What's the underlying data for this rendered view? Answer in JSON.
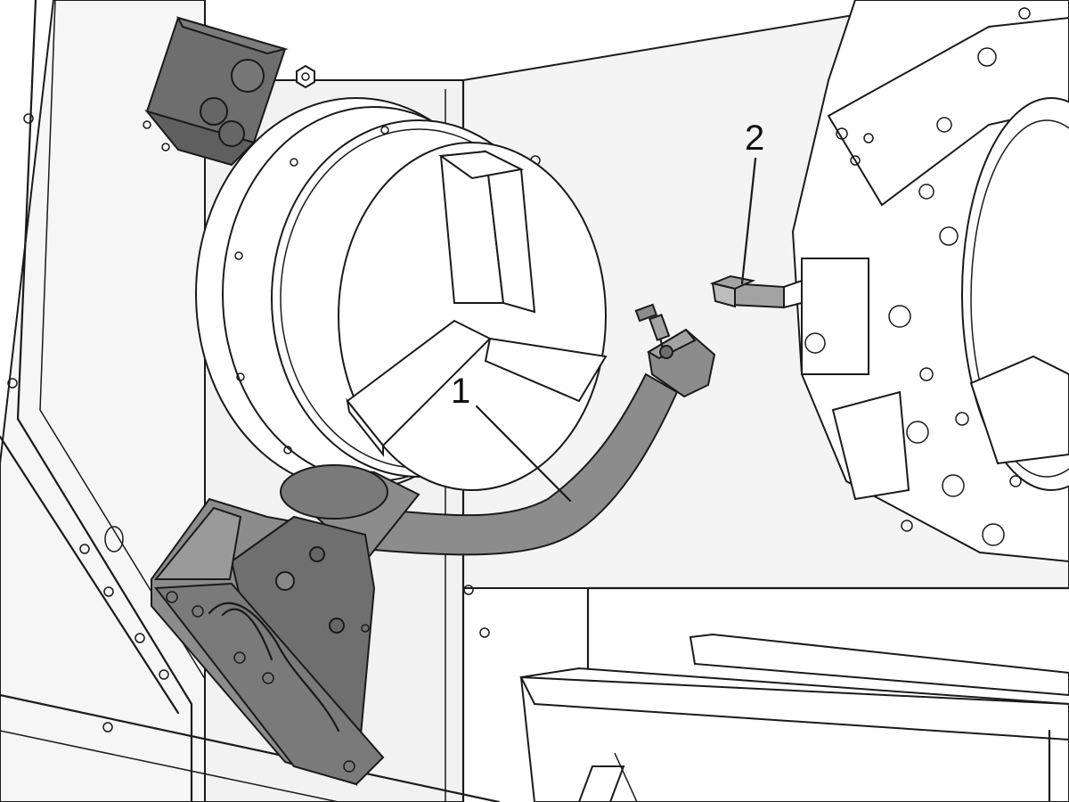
{
  "callouts": [
    {
      "id": "1",
      "label": "1"
    },
    {
      "id": "2",
      "label": "2"
    }
  ],
  "colors": {
    "line": "#1a1a1a",
    "background": "#ffffff",
    "panel": "#f4f4f4",
    "arm_grey": "#8c8c8c",
    "tool_grey": "#a3a3a3"
  }
}
